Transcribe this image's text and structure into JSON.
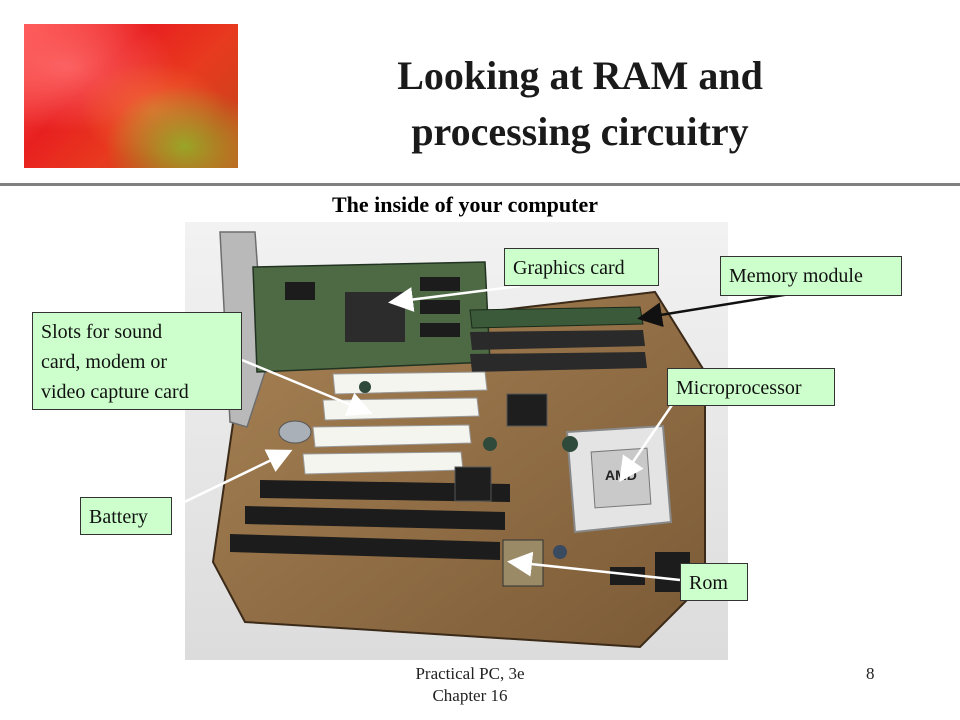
{
  "slide": {
    "title_line1": "Looking at RAM and",
    "title_line2": "processing circuitry",
    "subtitle": "The inside of your computer",
    "footer_left_line1": "Practical PC, 3e",
    "footer_left_line2": "Chapter 16",
    "page_number": "8"
  },
  "callouts": {
    "graphics_card": "Graphics card",
    "memory_module": "Memory module",
    "slots_line1": "Slots for sound",
    "slots_line2": "card, modem or",
    "slots_line3": "video capture card",
    "microprocessor": "Microprocessor",
    "battery": "Battery",
    "rom": "Rom"
  },
  "photo": {
    "chip_label": "AMD"
  },
  "colors": {
    "callout_fill": "#ccffcc",
    "rule": "#808080",
    "logo_red": "#e82020"
  }
}
